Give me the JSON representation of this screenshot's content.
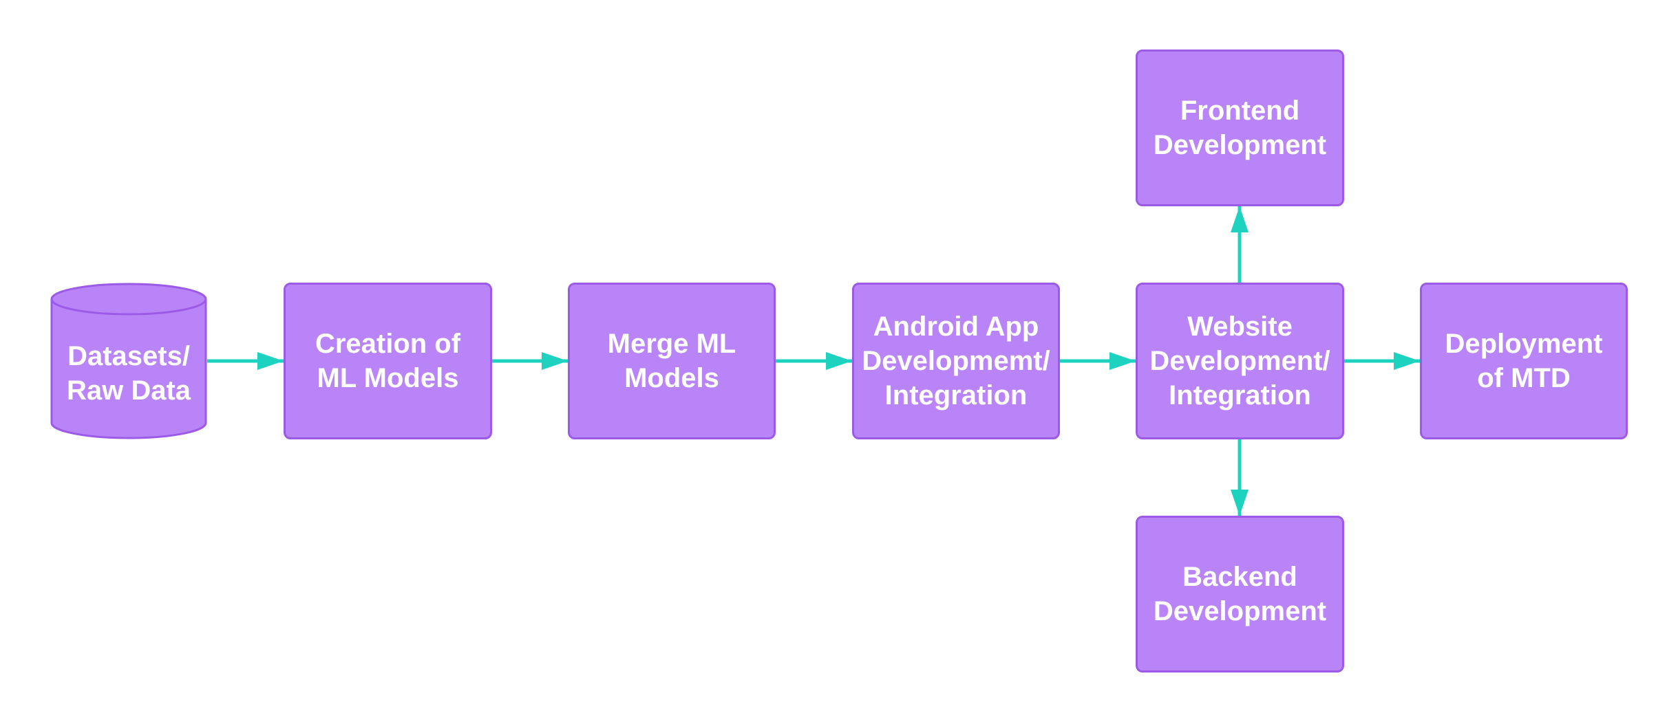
{
  "diagram": {
    "colors": {
      "node_fill": "#b884f8",
      "node_border": "#9b5be6",
      "node_text": "#ffffff",
      "connector": "#1dd3c0"
    },
    "nodes": {
      "datasets": {
        "label": "Datasets/\nRaw Data",
        "shape": "cylinder"
      },
      "ml_models": {
        "label": "Creation of\nML Models"
      },
      "merge": {
        "label": "Merge ML\nModels"
      },
      "android": {
        "label": "Android App\nDevelopmemt/\nIntegration"
      },
      "website": {
        "label": "Website\nDevelopment/\nIntegration"
      },
      "deployment": {
        "label": "Deployment\nof MTD"
      },
      "frontend": {
        "label": "Frontend\nDevelopment"
      },
      "backend": {
        "label": "Backend\nDevelopment"
      }
    },
    "edges": [
      {
        "from": "datasets",
        "to": "ml_models"
      },
      {
        "from": "ml_models",
        "to": "merge"
      },
      {
        "from": "merge",
        "to": "android"
      },
      {
        "from": "android",
        "to": "website"
      },
      {
        "from": "website",
        "to": "deployment"
      },
      {
        "from": "website",
        "to": "frontend"
      },
      {
        "from": "website",
        "to": "backend"
      }
    ]
  }
}
